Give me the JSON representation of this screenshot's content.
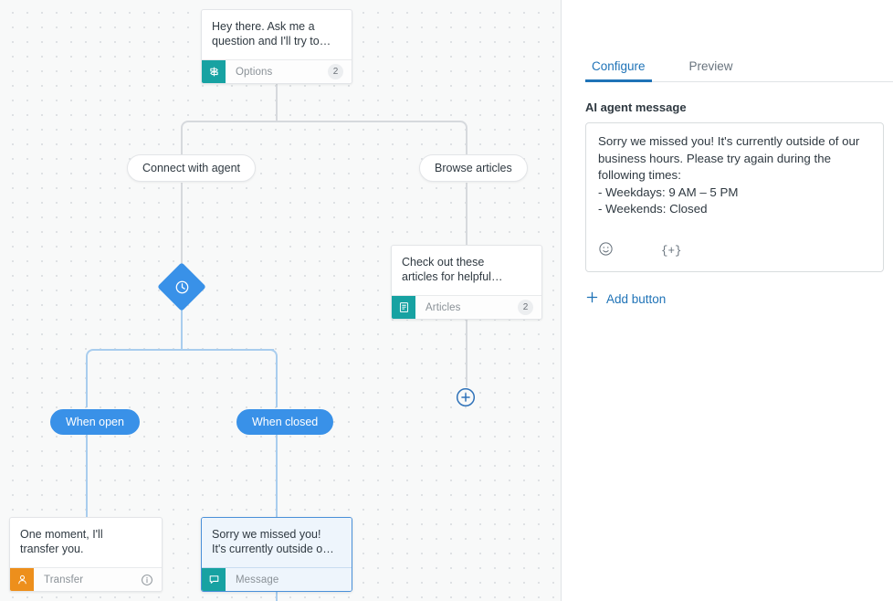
{
  "canvas": {
    "nodes": [
      {
        "id": "greeting",
        "message": "Hey there. Ask me a\nquestion and I'll try to…",
        "footer_label": "Options",
        "footer_icon": "signpost-icon",
        "badge": "2"
      },
      {
        "id": "articles",
        "message": "Check out these\narticles for helpful…",
        "footer_label": "Articles",
        "footer_icon": "article-icon",
        "badge": "2"
      },
      {
        "id": "transfer",
        "message": "One moment, I'll\ntransfer you.",
        "footer_label": "Transfer",
        "footer_icon": "agent-icon",
        "badge": "info"
      },
      {
        "id": "closed-message",
        "message": "Sorry we missed you!\nIt's currently outside o…",
        "footer_label": "Message",
        "footer_icon": "message-icon",
        "badge": ""
      }
    ],
    "options": [
      {
        "label": "Connect with agent"
      },
      {
        "label": "Browse articles"
      }
    ],
    "conditions": [
      {
        "label": "When open"
      },
      {
        "label": "When closed"
      }
    ],
    "branch_node": {
      "icon": "clock-icon"
    },
    "add_step": {
      "icon": "plus-circle-icon"
    },
    "colors": {
      "accent_blue": "#3991e8",
      "teal": "#17a2a2",
      "orange": "#ed8f1c",
      "edge": "#d6d9dd",
      "edge_blue": "#a9cdee"
    }
  },
  "panel": {
    "tabs": [
      {
        "label": "Configure",
        "active": true
      },
      {
        "label": "Preview",
        "active": false
      }
    ],
    "section_title": "AI agent message",
    "message_value": "Sorry we missed you! It's currently outside of our business hours. Please try again during the following times:\n- Weekdays: 9 AM – 5 PM\n- Weekends: Closed",
    "toolbar": {
      "emoji_icon": "emoji-smiley-icon",
      "variable_icon": "variable-placeholder-icon",
      "variable_label": "{+}"
    },
    "add_button_label": "Add button"
  }
}
